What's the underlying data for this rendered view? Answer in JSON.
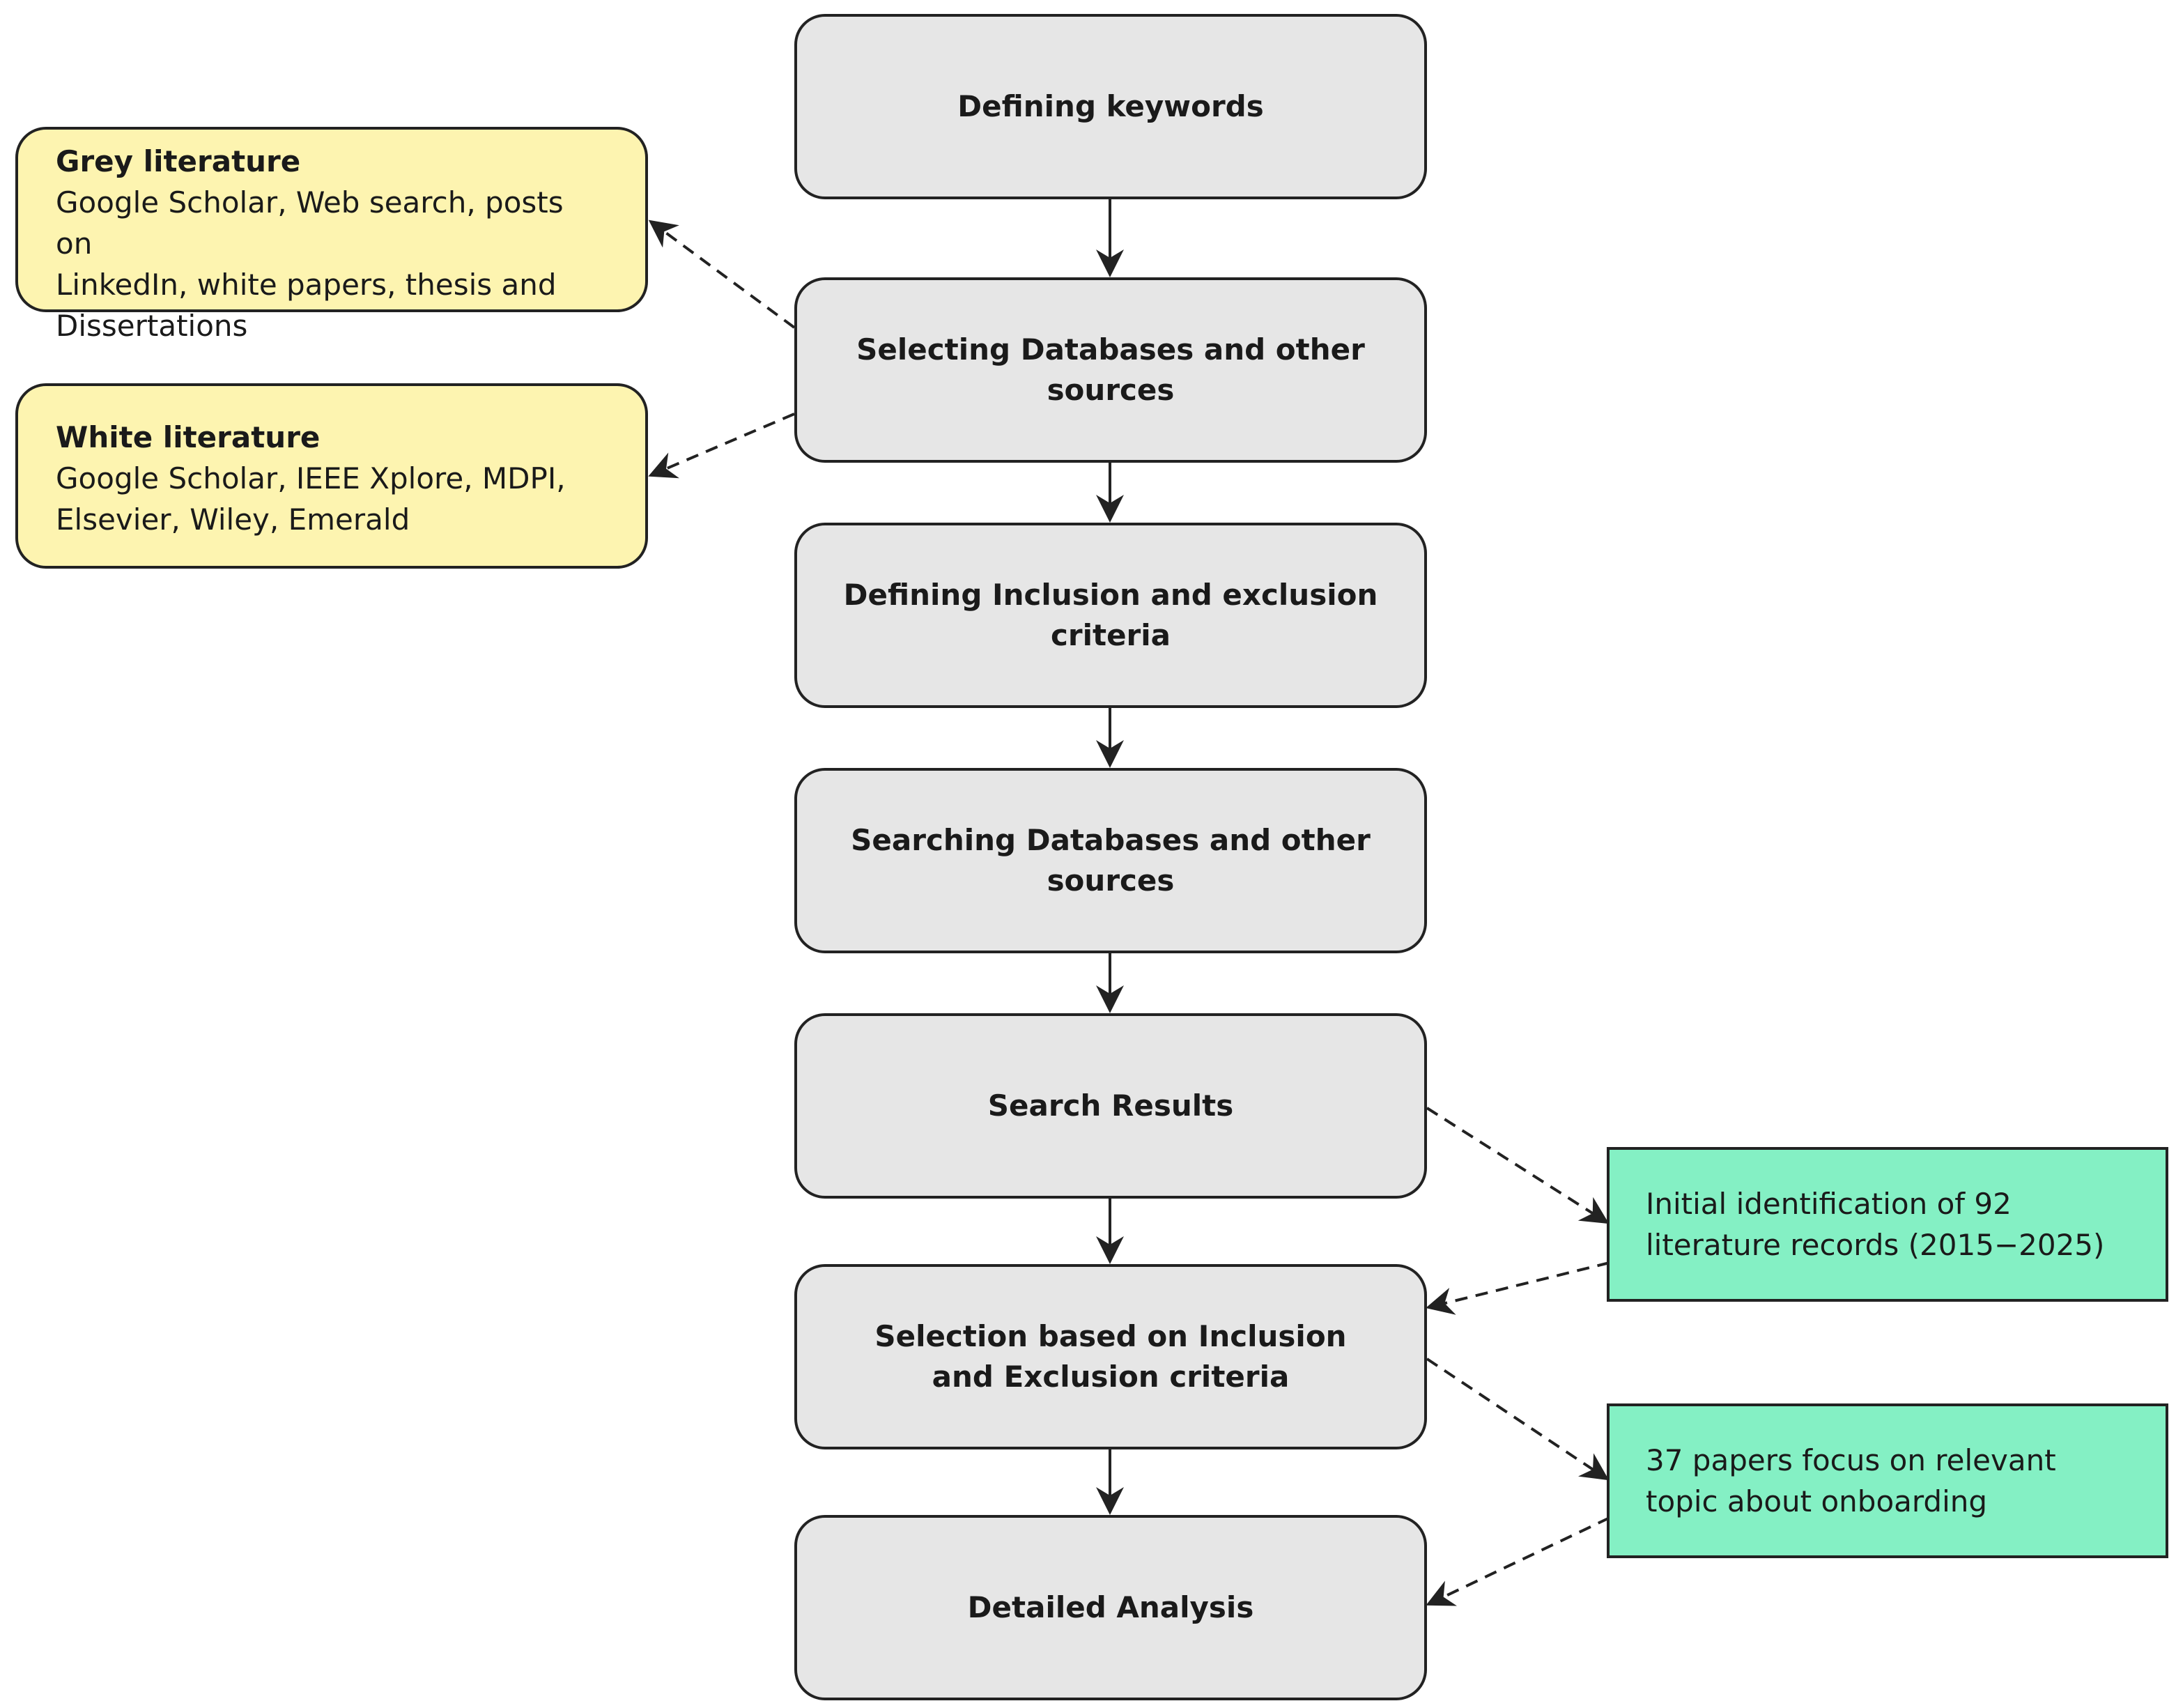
{
  "steps": [
    {
      "label": "Defining keywords"
    },
    {
      "label": "Selecting Databases and other sources"
    },
    {
      "label": "Defining Inclusion and exclusion criteria"
    },
    {
      "label": "Searching Databases and other sources"
    },
    {
      "label": "Search Results"
    },
    {
      "label": "Selection based on Inclusion and Exclusion criteria"
    },
    {
      "label": "Detailed Analysis"
    }
  ],
  "sources": {
    "grey": {
      "title": "Grey literature",
      "body": "Google Scholar, Web search, posts on\nLinkedIn, white papers, thesis and\nDissertations"
    },
    "white": {
      "title": "White literature",
      "body": "Google Scholar, IEEE Xplore, MDPI,\n Elsevier, Wiley, Emerald"
    }
  },
  "notes": {
    "identification": "Initial identification of 92 literature records (2015−2025)",
    "relevant": "37 papers focus on relevant topic about onboarding"
  },
  "colors": {
    "step_fill": "#e6e6e6",
    "source_fill": "#fdf4b0",
    "note_fill": "#84f0c4",
    "stroke": "#222222"
  }
}
